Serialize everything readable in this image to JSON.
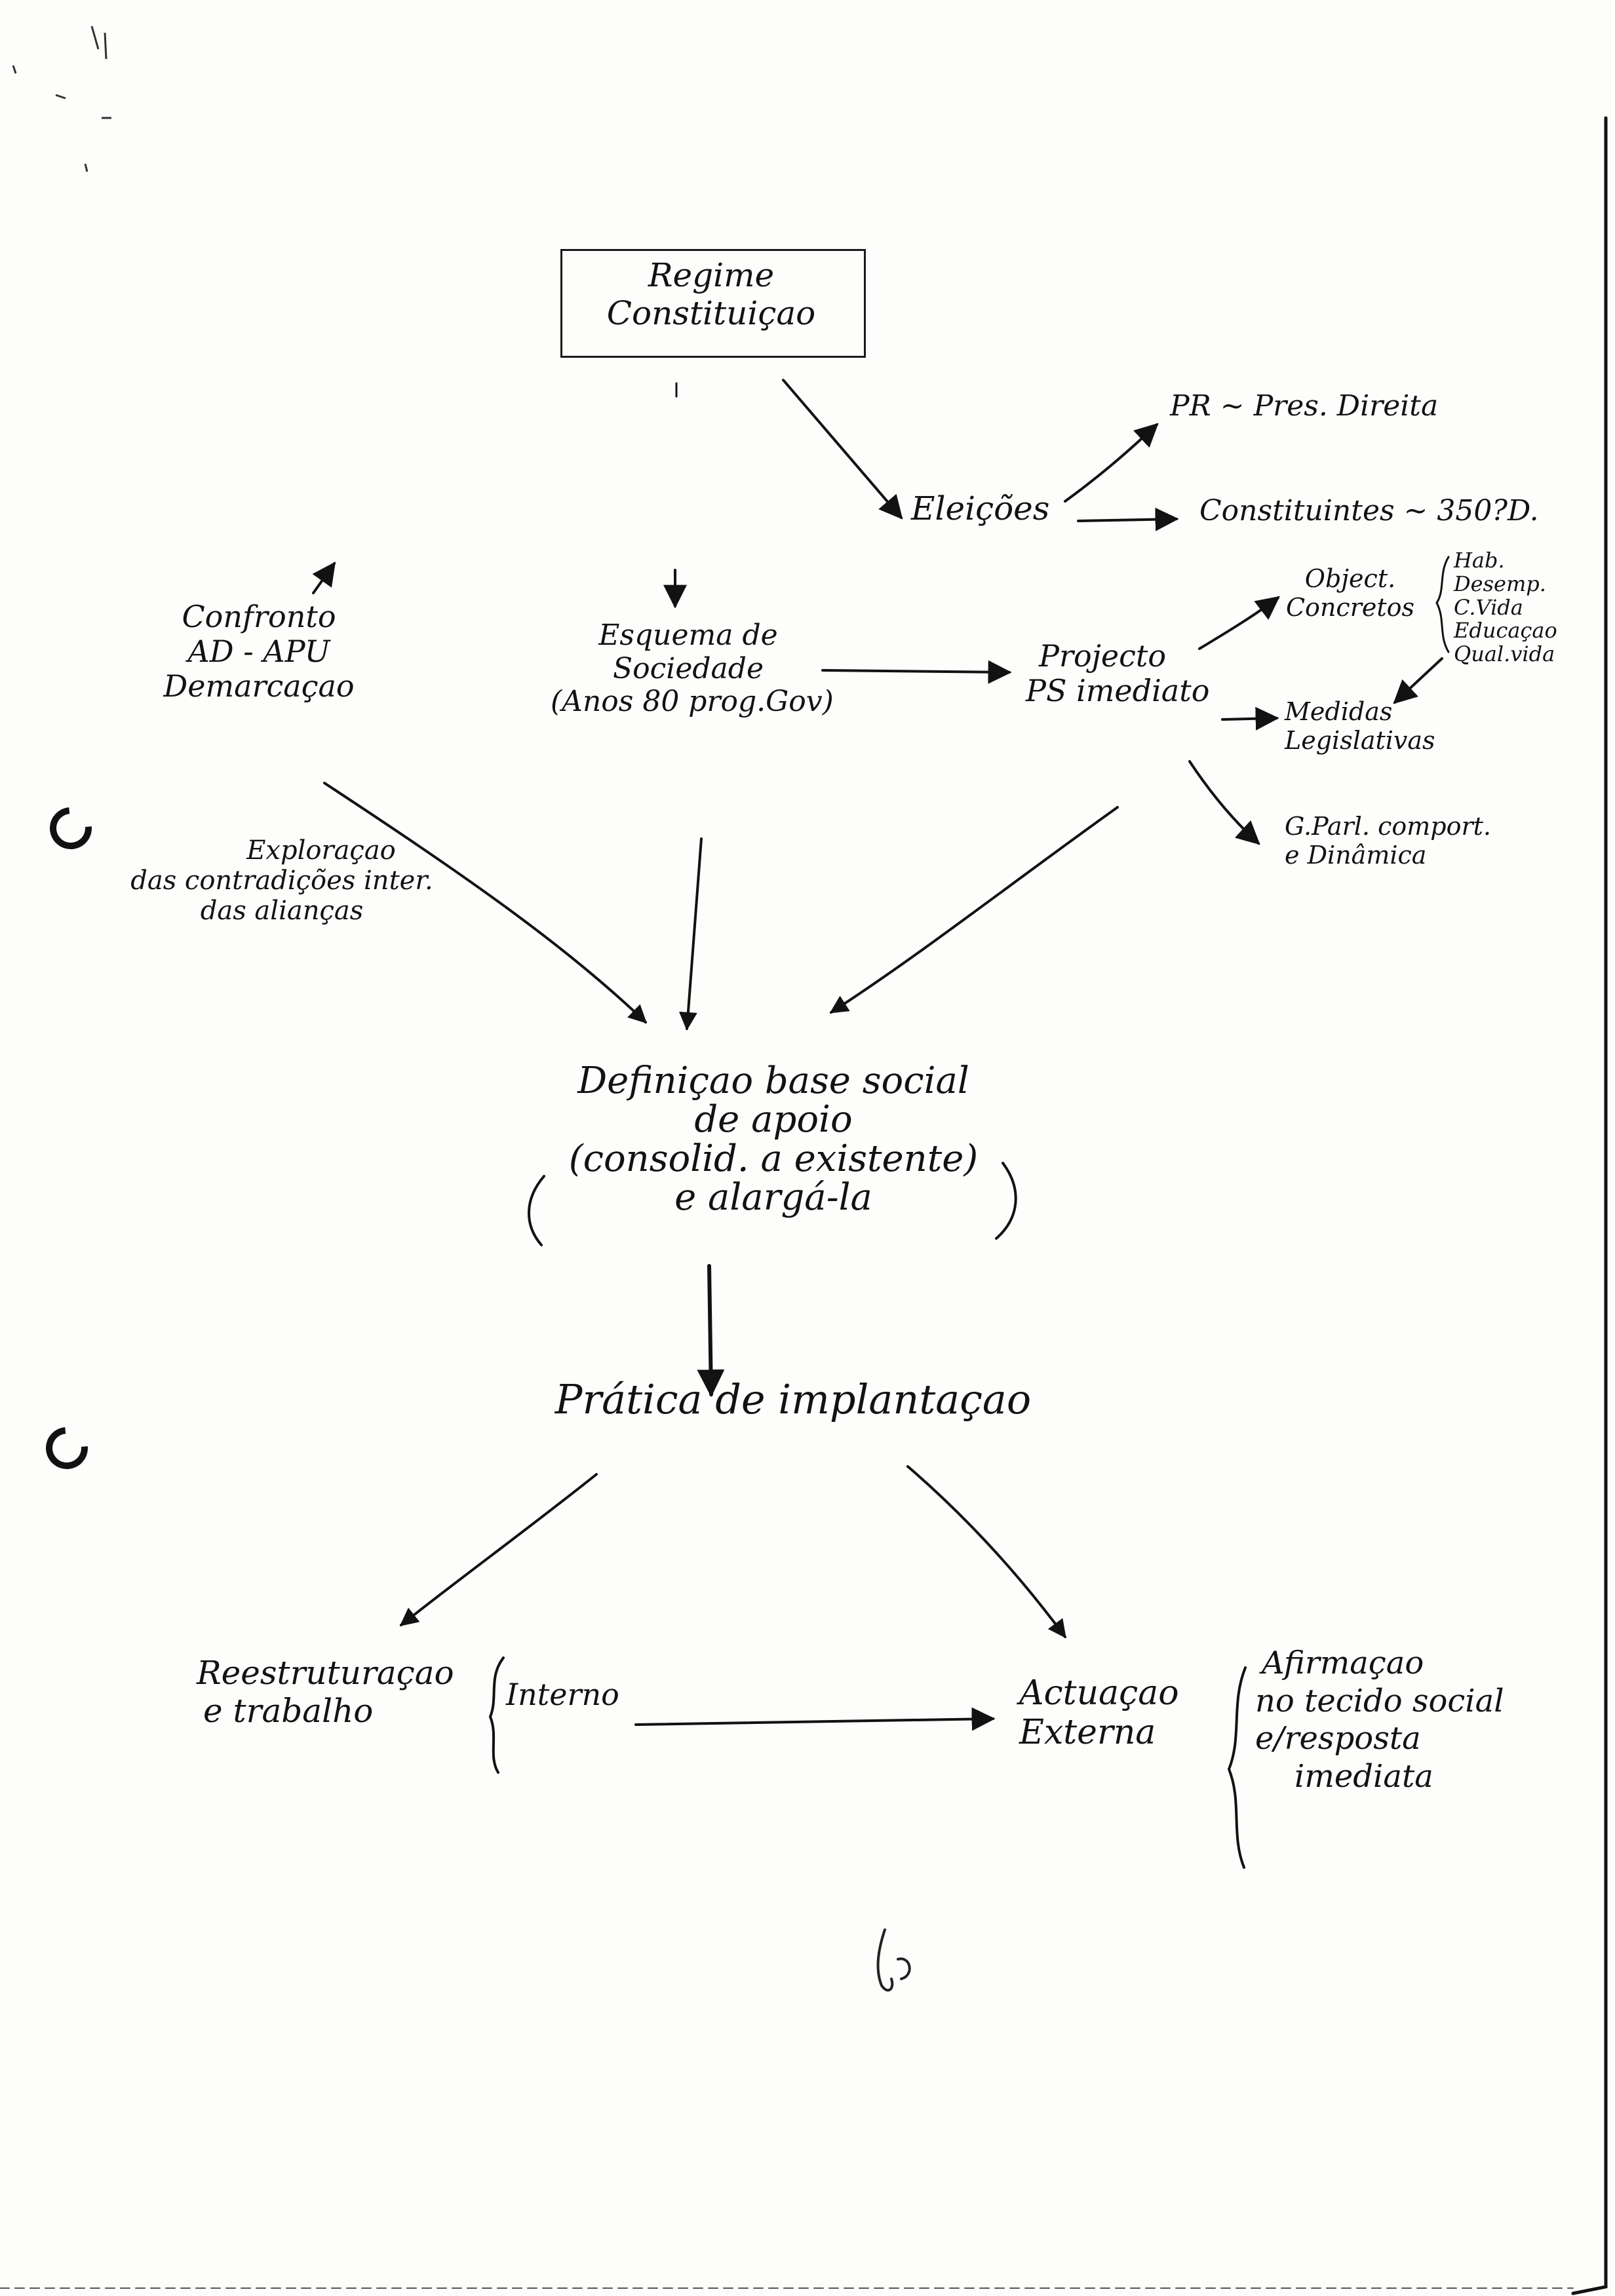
{
  "nodes": {
    "regime": [
      "Regime",
      "Constituiçao"
    ],
    "eleicoes": "Eleições",
    "pr": "PR ~ Pres. Direita",
    "constituintes": "Constituintes ~ 350?D.",
    "confronto": [
      "Confronto",
      "AD - APU",
      "Demarcaçao"
    ],
    "esquema": [
      "Esquema de",
      "Sociedade",
      "(Anos 80 prog.Gov)"
    ],
    "projecto": [
      "Projecto",
      "PS imediato"
    ],
    "objectivos": [
      "Object.",
      "Concretos"
    ],
    "objectivos_list": [
      "Hab.",
      "Desemp.",
      "C.Vida",
      "Educaçao",
      "Qual.vida"
    ],
    "medidas": [
      "Medidas",
      "Legislativas"
    ],
    "gparl": [
      "G.Parl. comport.",
      "e Dinâmica"
    ],
    "exploracao": [
      "Exploraçao",
      "das contradições inter.",
      "das alianças"
    ],
    "definicao": [
      "Definiçao base social",
      "de apoio",
      "(consolid. a existente)",
      "e alargá-la"
    ],
    "pratica": "Prática de implantaçao",
    "reestruturacao": [
      "Reestruturaçao",
      "e trabalho"
    ],
    "interno": "Interno",
    "actuacao": [
      "Actuaçao",
      "Externa"
    ],
    "afirmacao": [
      "Afirmaçao",
      "no tecido social",
      "e/resposta",
      "imediata"
    ]
  },
  "colors": {
    "ink": "#121212",
    "paper": "#fdfdfb"
  }
}
